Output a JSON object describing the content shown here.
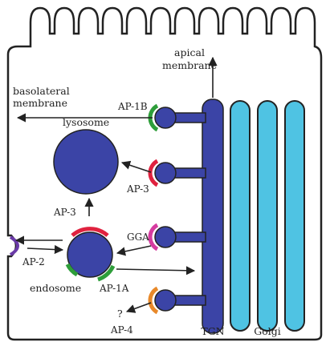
{
  "labels": {
    "apical": "apical",
    "apical_membrane": "membrane",
    "basolateral": "basolateral",
    "basolateral_membrane": "membrane",
    "lysosome": "lysosome",
    "endosome": "endosome",
    "tgn": "TGN",
    "golgi": "Golgi",
    "ap1b": "AP-1B",
    "ap3_lower": "AP-3",
    "ap3_upper": "AP-3",
    "gga": "GGA",
    "ap2": "AP-2",
    "ap1a": "AP-1A",
    "question": "?",
    "ap4": "AP-4"
  },
  "colors": {
    "organelle": "#3b44a6",
    "golgi": "#4fc3e3",
    "ap1b": "#2e9e3a",
    "ap3": "#e0223f",
    "gga": "#d63ca0",
    "ap2": "#6a3aa8",
    "ap1a": "#2e9e3a",
    "ap4": "#e8892a"
  }
}
